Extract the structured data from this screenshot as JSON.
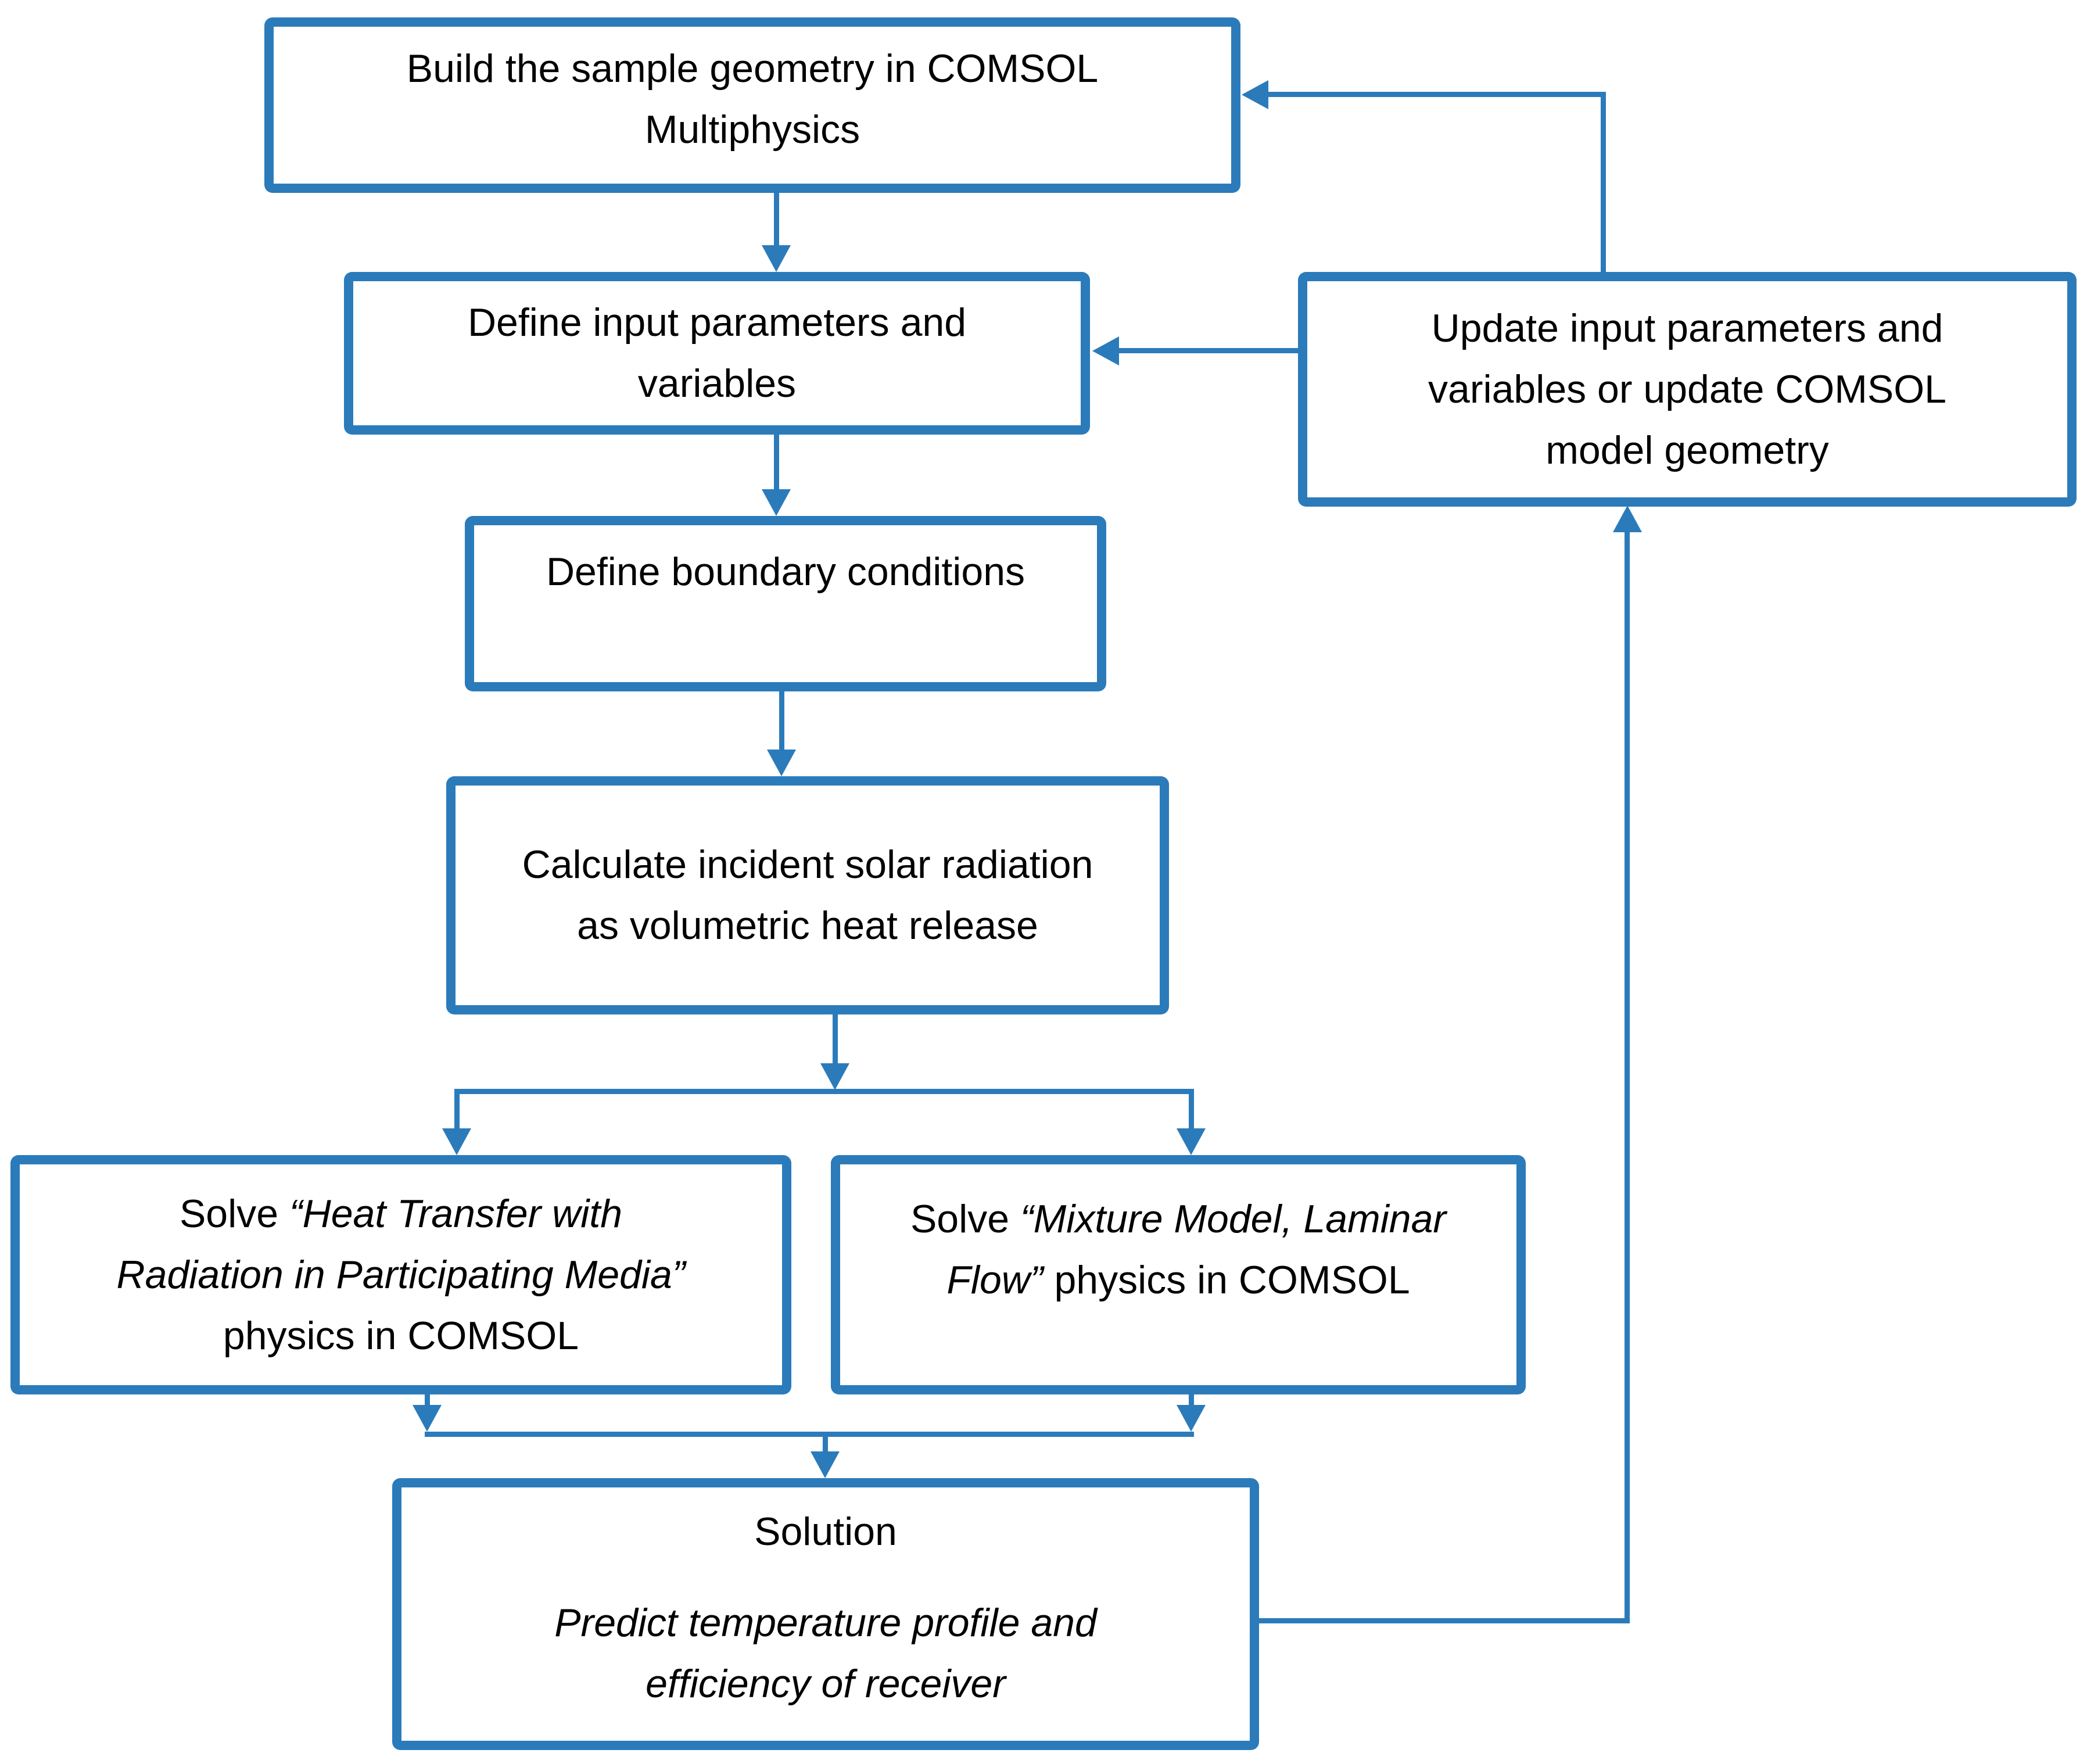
{
  "colors": {
    "accent": "#2B7BBB",
    "text": "#000000",
    "background": "#FFFFFF"
  },
  "diagram": {
    "type": "flowchart",
    "nodes": {
      "build": {
        "text": "Build the sample geometry in COMSOL Multiphysics"
      },
      "define_inputs": {
        "text": "Define input parameters and variables"
      },
      "boundary": {
        "text": "Define boundary conditions"
      },
      "calculate": {
        "text": "Calculate incident solar radiation as volumetric heat release"
      },
      "solve_heat": {
        "prefix": "Solve ",
        "italic_line1": "“Heat Transfer with",
        "italic_line2": "Radiation in Participating Media”",
        "suffix": "physics in COMSOL"
      },
      "solve_mixture": {
        "prefix": "Solve ",
        "italic_line1": "“Mixture Model, Laminar",
        "italic_line2": "Flow”",
        "suffix": " physics in COMSOL"
      },
      "solution": {
        "title": "Solution",
        "subtitle": "Predict temperature profile and efficiency of receiver"
      },
      "update": {
        "text": "Update input parameters and variables or update COMSOL model geometry"
      }
    },
    "edges": [
      "build -> define_inputs",
      "define_inputs -> boundary",
      "boundary -> calculate",
      "calculate -> solve_heat",
      "calculate -> solve_mixture",
      "solve_heat -> solution",
      "solve_mixture -> solution",
      "solution -> update",
      "update -> define_inputs",
      "update -> build"
    ]
  }
}
